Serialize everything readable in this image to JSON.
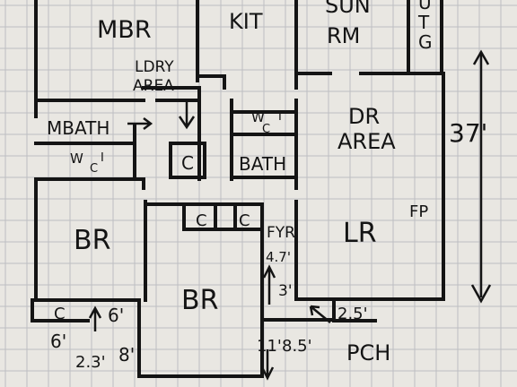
{
  "rooms": {
    "mbr": "MBR",
    "kit": "KIT",
    "sun_line1": "SUN",
    "sun_line2": "RM",
    "u": "U",
    "t": "T",
    "g": "G",
    "lndry_line1": "LDRY",
    "lndry_line2": "AREA",
    "mbath": "MBATH",
    "wc_top": "W",
    "wc_sub": "C",
    "wc_i": "I",
    "dr_line1": "DR",
    "dr_line2": "AREA",
    "closet": "C",
    "bath": "BATH",
    "br_left": "BR",
    "br_center": "BR",
    "lr": "LR",
    "fp": "FP",
    "fyr": "FYR"
  },
  "dimensions": {
    "overall": "37'",
    "d1": "6'",
    "d2": "6'",
    "d3": "2.3'",
    "d4": "8'",
    "d5": "4.7'",
    "d6": "3'",
    "d7": "11'",
    "d8": "8.5'",
    "d9": "2.5'"
  },
  "labels": {
    "pch": "PCH"
  },
  "colors": {
    "paper": "#e9e7e2",
    "ink": "#141414",
    "grid": "#bdbdc2"
  }
}
